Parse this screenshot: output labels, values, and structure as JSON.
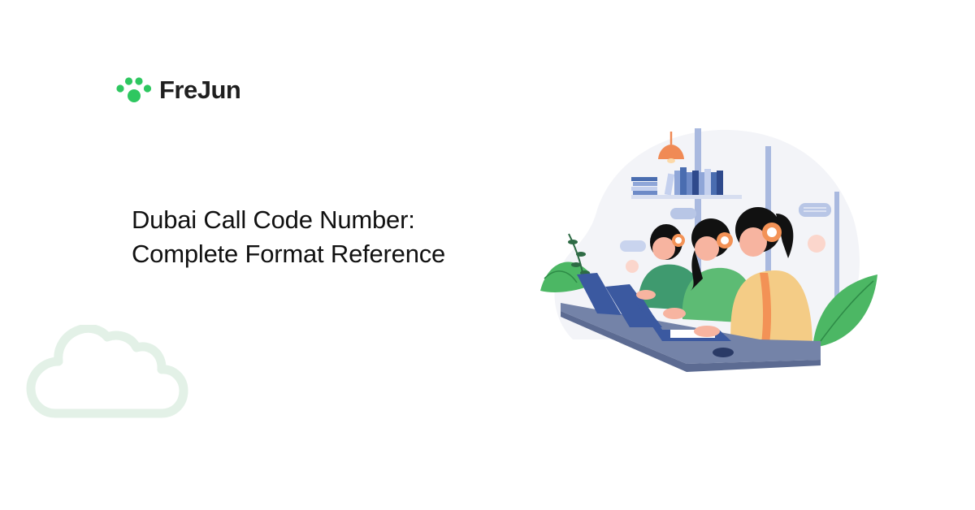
{
  "brand": {
    "name": "FreJun",
    "logo_icon": "paw-dots-icon",
    "accent_color": "#2ec760",
    "text_color": "#1f1f1f"
  },
  "article": {
    "title_line1": "Dubai Call Code Number:",
    "title_line2": "Complete Format Reference"
  },
  "decorations": {
    "cloud_icon": "cloud-outline-icon",
    "cloud_color": "#e3f1e7",
    "illustration": "call-center-agents-illustration"
  },
  "illustration_colors": {
    "backdrop": "#f3f4f8",
    "shelf_blue": "#4a6db0",
    "lamp": "#f08a55",
    "desk_top": "#7483a8",
    "desk_edge": "#5c6b92",
    "laptop": "#3b59a0",
    "leaf_green": "#4cb764",
    "shirt_green": "#5dbb74",
    "jacket_yellow": "#f4cc86",
    "headset": "#f39256",
    "skin": "#f7b4a0",
    "hair": "#111111",
    "bubble": "#b8c6e6"
  }
}
